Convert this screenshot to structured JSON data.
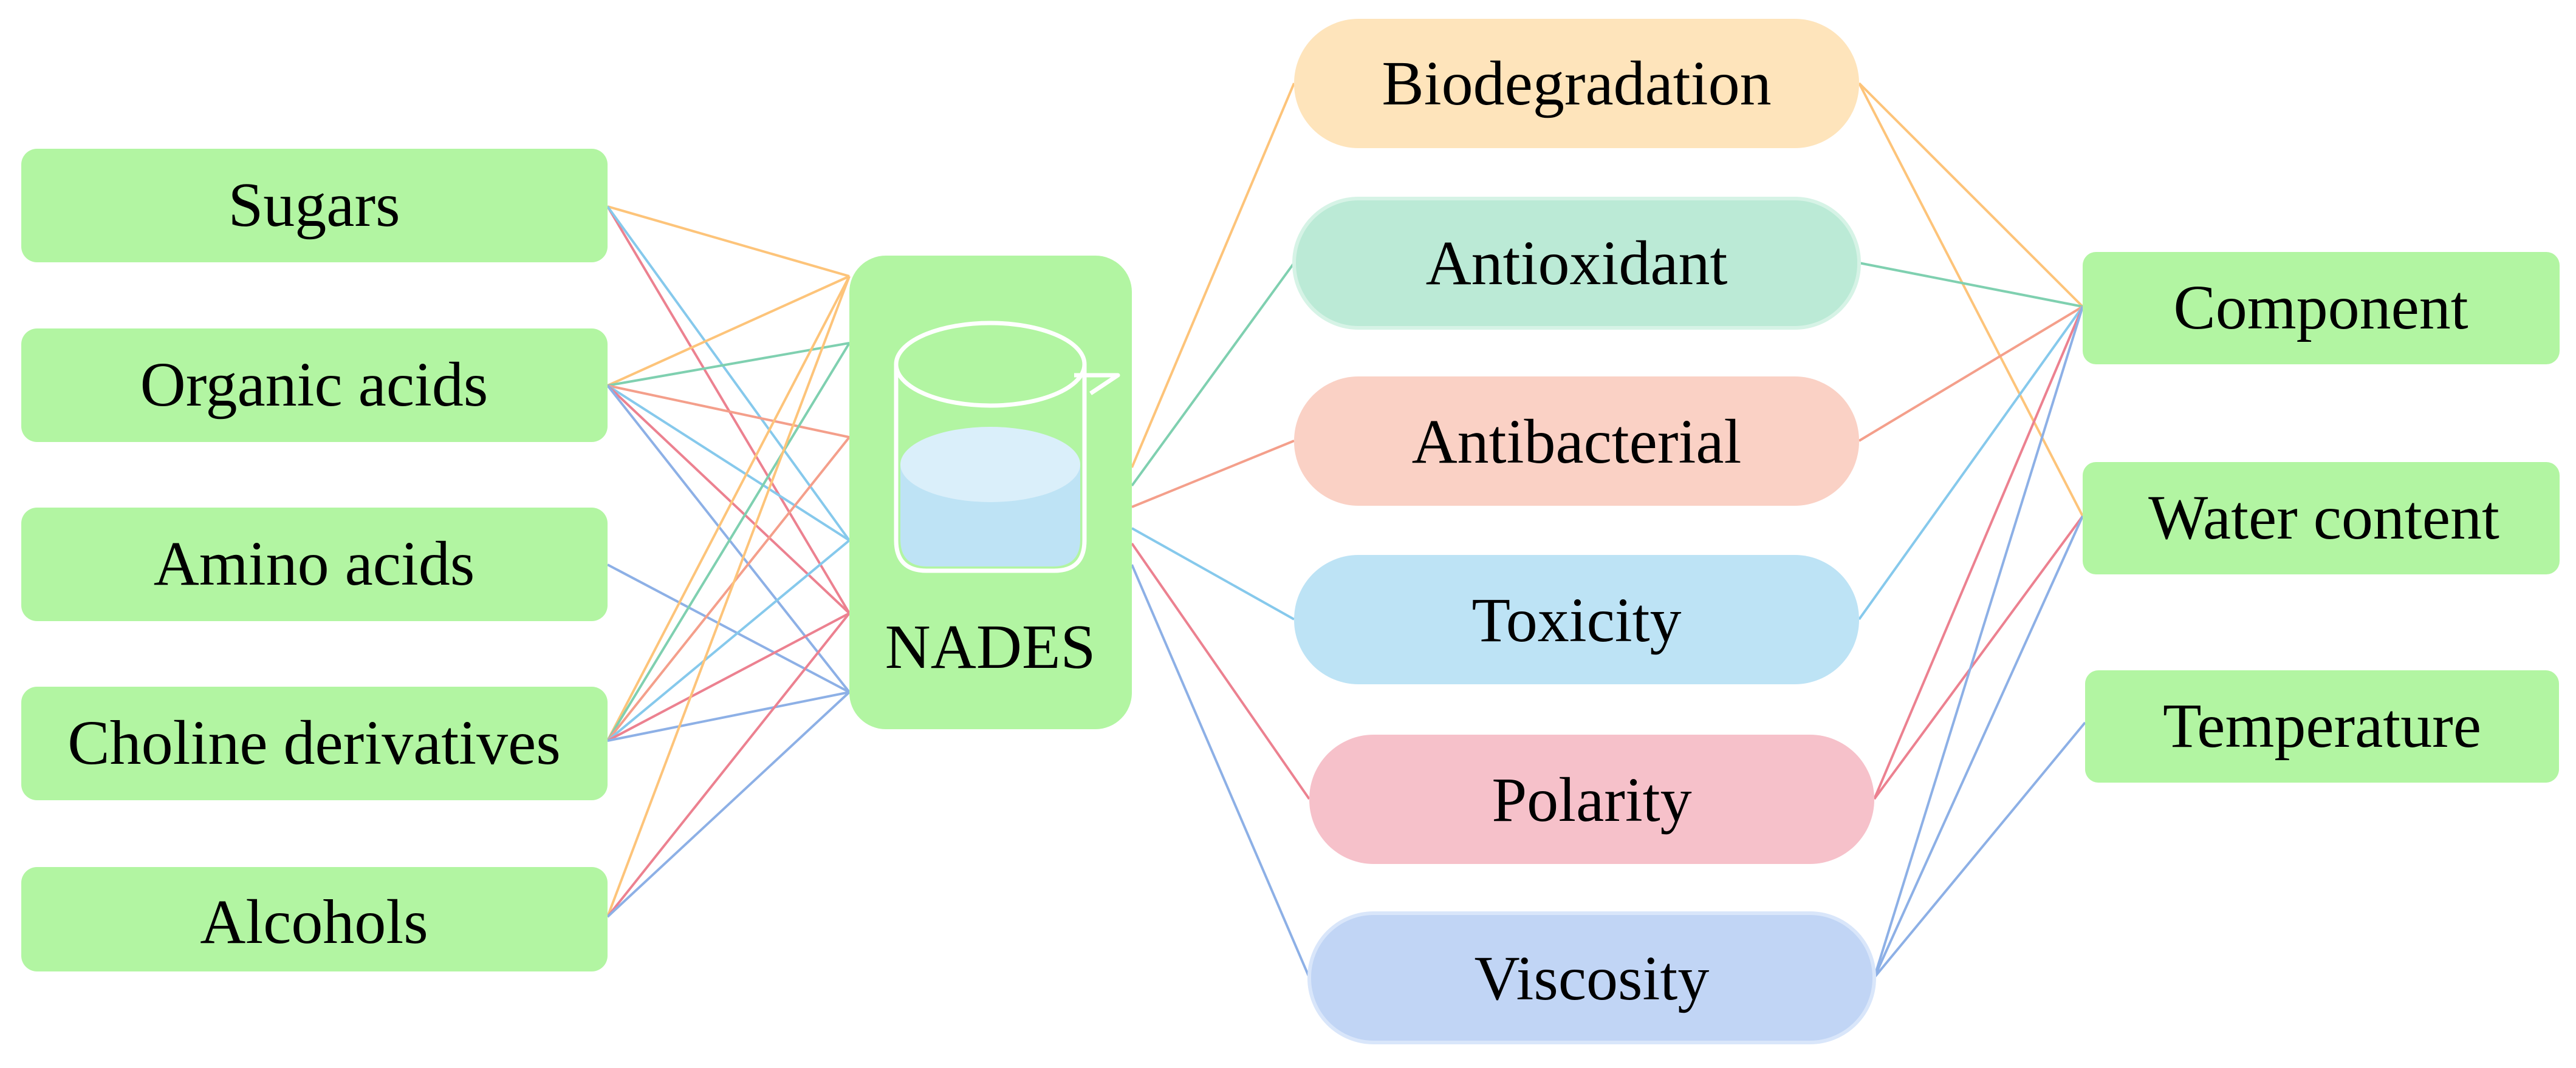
{
  "center": {
    "label": "NADES",
    "fill": "#b2f5a2",
    "beaker_liquid": "#bee3f5",
    "beaker_liquid_top": "#daeffa",
    "beaker_outline": "#ffffff"
  },
  "sources": [
    {
      "id": "sugars",
      "label": "Sugars"
    },
    {
      "id": "organic-acids",
      "label": "Organic acids"
    },
    {
      "id": "amino-acids",
      "label": "Amino acids"
    },
    {
      "id": "choline-derivatives",
      "label": "Choline derivatives"
    },
    {
      "id": "alcohols",
      "label": "Alcohols"
    }
  ],
  "properties": [
    {
      "id": "biodegradation",
      "label": "Biodegradation",
      "fill": "#fee4bb",
      "line": "#fdc47a"
    },
    {
      "id": "antioxidant",
      "label": "Antioxidant",
      "fill": "#bbead6",
      "line": "#7fd0b0"
    },
    {
      "id": "antibacterial",
      "label": "Antibacterial",
      "fill": "#fad1c5",
      "line": "#f49f8b"
    },
    {
      "id": "toxicity",
      "label": "Toxicity",
      "fill": "#bde3f5",
      "line": "#86c9ec"
    },
    {
      "id": "polarity",
      "label": "Polarity",
      "fill": "#f6c1ca",
      "line": "#ec8190"
    },
    {
      "id": "viscosity",
      "label": "Viscosity",
      "fill": "#c1d5f5",
      "line": "#8db0e6"
    }
  ],
  "factors": [
    {
      "id": "component",
      "label": "Component"
    },
    {
      "id": "water-content",
      "label": "Water content"
    },
    {
      "id": "temperature",
      "label": "Temperature"
    }
  ],
  "colors": {
    "green_box": "#b2f5a2",
    "orange_line": "#fdc47a",
    "teal_line": "#7fd0b0",
    "salmon_line": "#f49f8b",
    "blue_line": "#86c9ec",
    "pink_line": "#ec8190",
    "violet_line": "#8db0e6"
  },
  "source_links": [
    {
      "from": "sugars",
      "color": "orange_line"
    },
    {
      "from": "sugars",
      "color": "pink_line"
    },
    {
      "from": "sugars",
      "color": "blue_line"
    },
    {
      "from": "organic-acids",
      "color": "orange_line"
    },
    {
      "from": "organic-acids",
      "color": "teal_line"
    },
    {
      "from": "organic-acids",
      "color": "salmon_line"
    },
    {
      "from": "organic-acids",
      "color": "blue_line"
    },
    {
      "from": "organic-acids",
      "color": "pink_line"
    },
    {
      "from": "organic-acids",
      "color": "violet_line"
    },
    {
      "from": "amino-acids",
      "color": "violet_line"
    },
    {
      "from": "choline-derivatives",
      "color": "orange_line"
    },
    {
      "from": "choline-derivatives",
      "color": "teal_line"
    },
    {
      "from": "choline-derivatives",
      "color": "salmon_line"
    },
    {
      "from": "choline-derivatives",
      "color": "blue_line"
    },
    {
      "from": "choline-derivatives",
      "color": "pink_line"
    },
    {
      "from": "choline-derivatives",
      "color": "violet_line"
    },
    {
      "from": "alcohols",
      "color": "orange_line"
    },
    {
      "from": "alcohols",
      "color": "pink_line"
    },
    {
      "from": "alcohols",
      "color": "violet_line"
    }
  ],
  "factor_links": [
    {
      "from": "biodegradation",
      "to": "component"
    },
    {
      "from": "biodegradation",
      "to": "water-content"
    },
    {
      "from": "antioxidant",
      "to": "component"
    },
    {
      "from": "antibacterial",
      "to": "component"
    },
    {
      "from": "toxicity",
      "to": "component"
    },
    {
      "from": "polarity",
      "to": "component"
    },
    {
      "from": "polarity",
      "to": "water-content"
    },
    {
      "from": "viscosity",
      "to": "component"
    },
    {
      "from": "viscosity",
      "to": "water-content"
    },
    {
      "from": "viscosity",
      "to": "temperature"
    }
  ]
}
